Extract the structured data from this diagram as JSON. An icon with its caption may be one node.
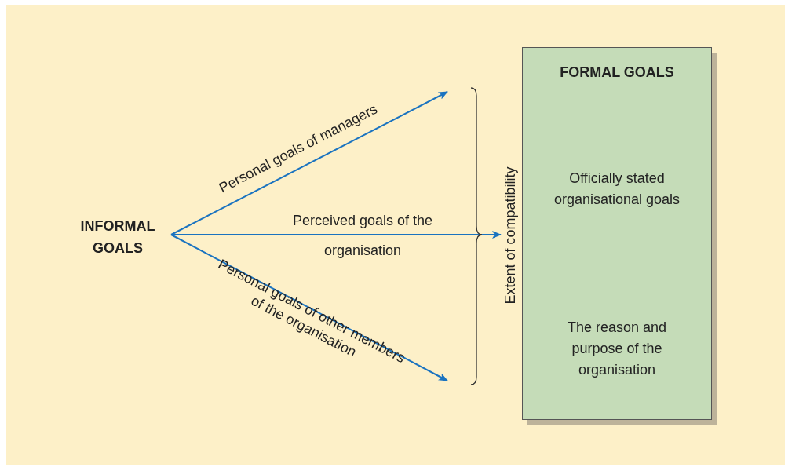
{
  "diagram": {
    "nodes": [
      {
        "text": [
          "INFORMAL GOALS"
        ]
      },
      {
        "text": [
          "FORMAL GOALS",
          "Officially stated organisational goals",
          "The reason and purpose of the organisation"
        ]
      },
      {
        "text": [
          "Extent of compatibility"
        ]
      }
    ],
    "edges": [
      {
        "from": 0,
        "to": null,
        "arrow": "to",
        "label": "Personal goals of managers"
      },
      {
        "from": 0,
        "to": 2,
        "arrow": "to",
        "label": "Perceived goals of the organisation"
      },
      {
        "from": 0,
        "to": null,
        "arrow": "to",
        "label": "Personal goals of other members of the organisation"
      }
    ]
  }
}
